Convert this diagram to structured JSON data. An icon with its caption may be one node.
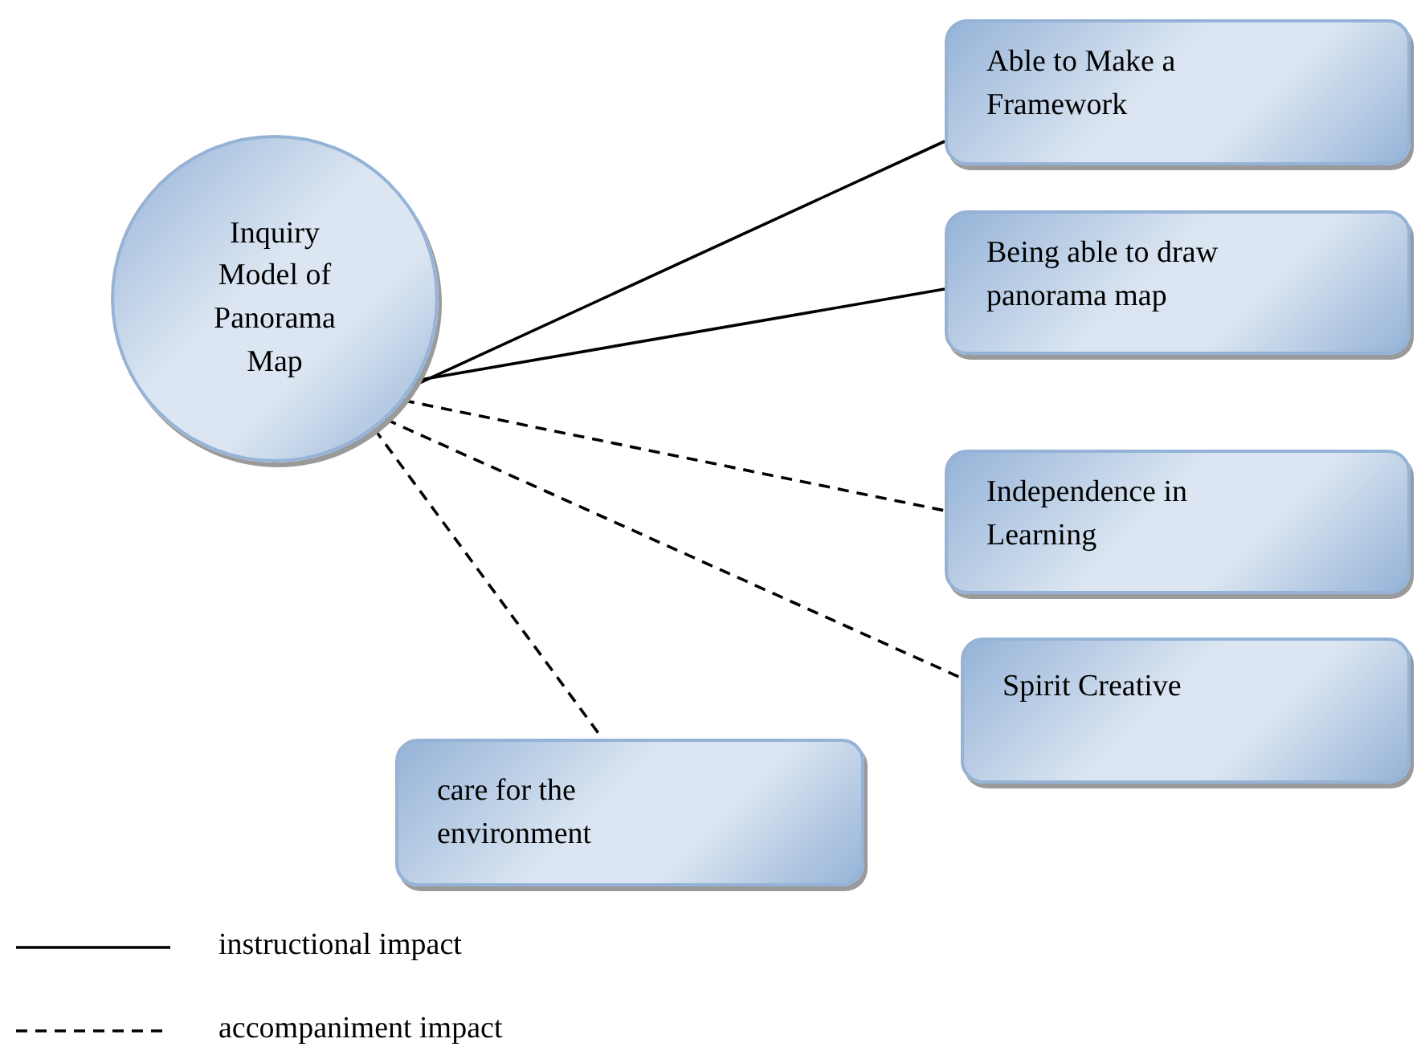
{
  "diagram": {
    "nodes": [
      {
        "text": [
          "Inquiry Model of Panorama Map"
        ]
      },
      {
        "text": [
          "Able to Make a Framework"
        ]
      },
      {
        "text": [
          "Being able to draw panorama map"
        ]
      },
      {
        "text": [
          "Independence in Learning"
        ]
      },
      {
        "text": [
          "Spirit Creative"
        ]
      },
      {
        "text": [
          "care for the environment"
        ]
      }
    ],
    "edges": [
      {
        "from": 0,
        "to": 1,
        "arrow": "none"
      },
      {
        "from": 0,
        "to": 2,
        "arrow": "none"
      },
      {
        "from": 0,
        "to": 3,
        "arrow": "none",
        "style": "dashed"
      },
      {
        "from": 0,
        "to": 4,
        "arrow": "none",
        "style": "dashed"
      },
      {
        "from": 0,
        "to": 5,
        "arrow": "none",
        "style": "dashed"
      }
    ],
    "legend": [
      {
        "text": "instructional impact"
      },
      {
        "text": "accompaniment impact"
      }
    ]
  }
}
